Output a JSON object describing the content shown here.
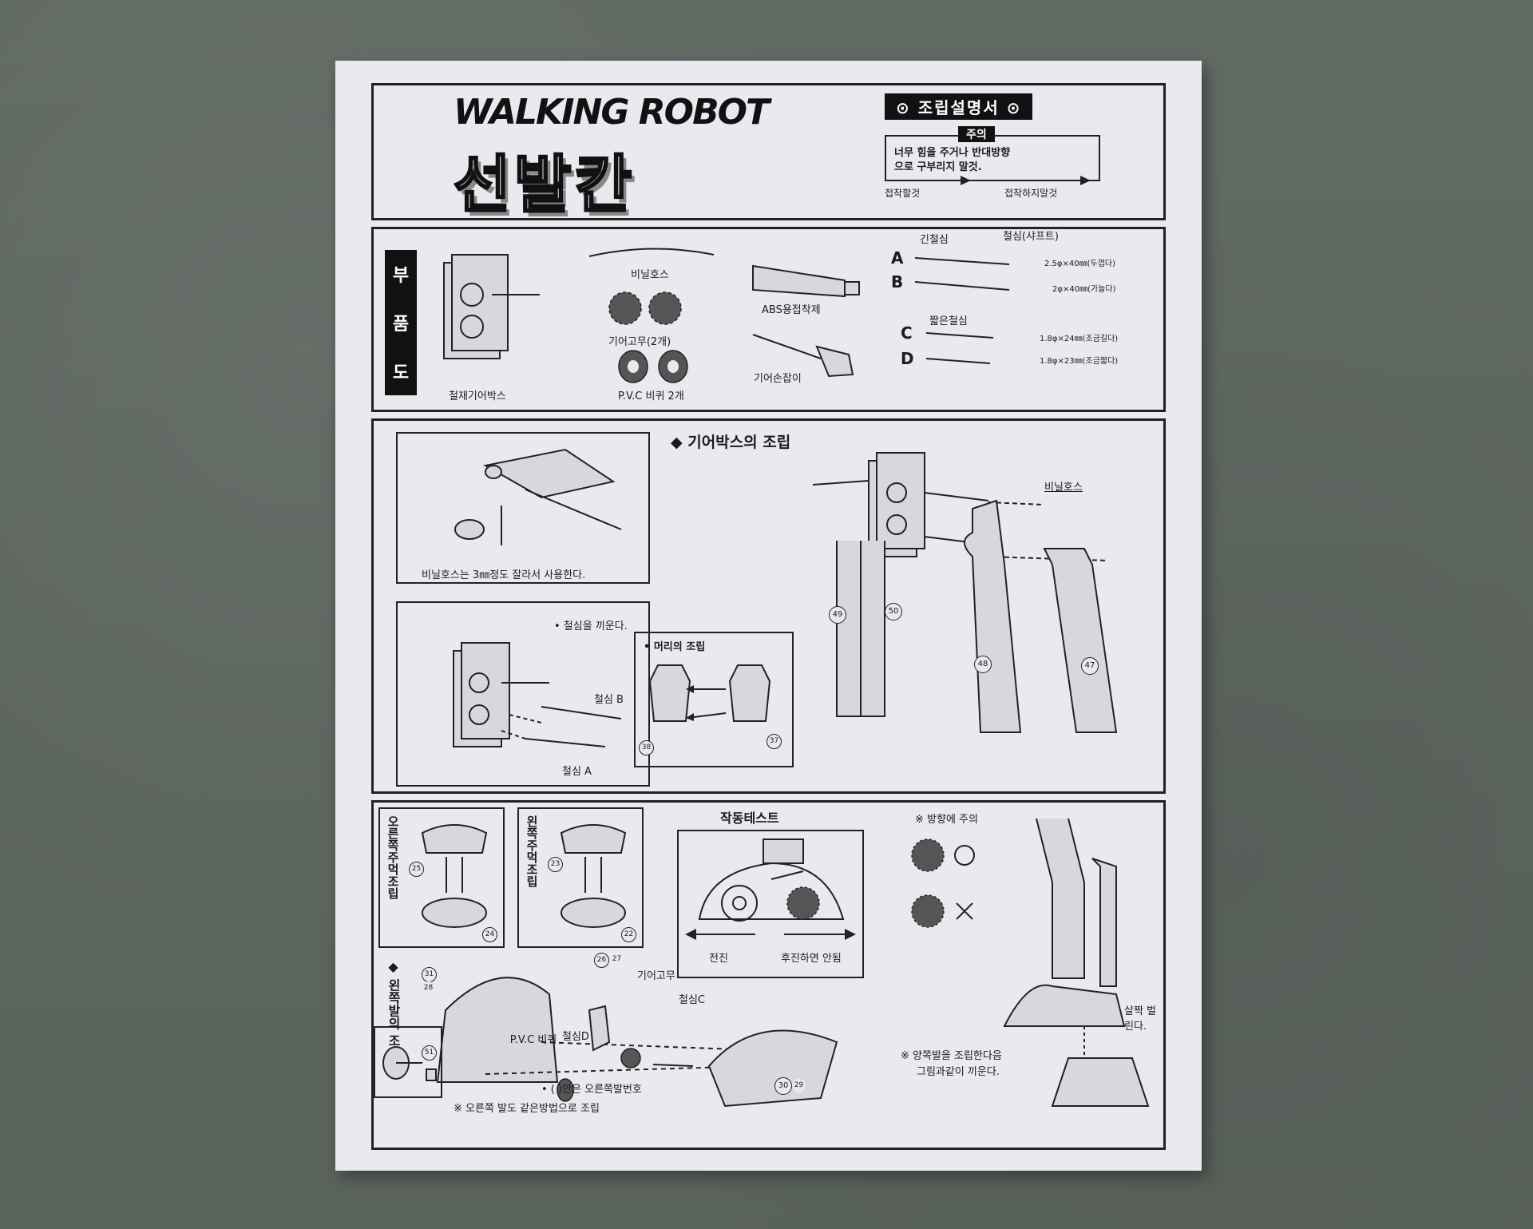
{
  "title_panel": {
    "logo_en": "WALKING ROBOT",
    "logo_ko": "선발칸",
    "manual_title": "⊙ 조립설명서 ⊙",
    "caution_label": "주의",
    "caution_line1": "너무 힘을 주거나 반대방향",
    "caution_line2": "으로 구부리지 말것.",
    "legend_glue": "접착할것",
    "legend_noglue": "접착하지말것"
  },
  "parts_panel": {
    "tab": [
      "부",
      "품",
      "도"
    ],
    "gearbox": "철재기어박스",
    "vinyl_hose": "비닐호스",
    "gear_rubber": "기어고무(2개)",
    "pvc_wheel": "P.V.C 비퀴 2개",
    "glue": "ABS용접착제",
    "gear_handle": "기어손잡이",
    "long_shaft": "긴철심",
    "shaft_title": "철심(샤프트)",
    "short_shaft": "짧은철심",
    "letters": [
      "A",
      "B",
      "C",
      "D"
    ],
    "specs": [
      "2.5φ×40㎜(두껍다)",
      "2φ×40㎜(가늘다)",
      "1.8φ×24㎜(조금길다)",
      "1.8φ×23㎜(조금짧다)"
    ]
  },
  "gear_panel": {
    "hose_note": "비닐호스는 3㎜정도 잘라서 사용한다.",
    "insert_note": "• 철심을 끼운다.",
    "shaft_b": "철심 B",
    "shaft_a": "철심 A",
    "title": "◆ 기어박스의 조립",
    "vinyl_hose": "비닐호스",
    "head_title": "• 머리의 조립",
    "part_numbers": [
      "49",
      "50",
      "48",
      "47",
      "38",
      "37"
    ]
  },
  "foot_panel": {
    "right_fist": "오른쪽주먹조립",
    "left_fist": "왼쪽주먹조립",
    "fist_numbers": [
      "25",
      "24",
      "23",
      "22"
    ],
    "left_foot_title": "◆ 왼쪽발의 조립",
    "gear_rubber": "기어고무",
    "shaft_c": "철심C",
    "shaft_d": "철심D",
    "pvc_wheel": "P.V.C 비퀴",
    "paren_note": "• (  )안은 오른쪽발번호",
    "right_foot_note": "※ 오른쪽 발도 같은방법으로 조립",
    "test_title": "작동테스트",
    "forward": "전진",
    "reverse_no": "후진하면 안됨",
    "direction_note": "※ 방향에 주의",
    "spread": "살짝 벌린다.",
    "both_feet_line1": "※ 양쪽발을 조립한다음",
    "both_feet_line2": "그림과같이 끼운다.",
    "part_numbers": [
      "31",
      "28",
      "26",
      "27",
      "51",
      "30",
      "29"
    ]
  }
}
